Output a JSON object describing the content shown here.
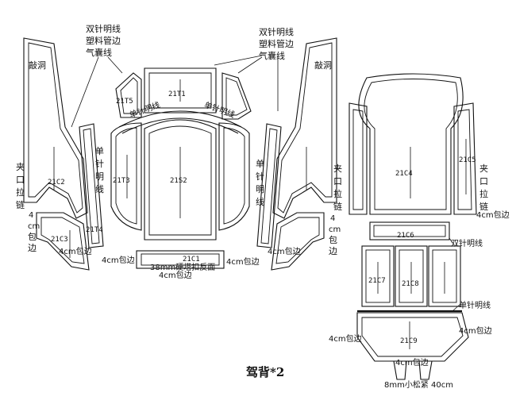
{
  "title": "驾背*2",
  "labels": {
    "notch": "敲洞",
    "double_needle_left": [
      "双针明线",
      "塑料管边",
      "气囊线"
    ],
    "double_needle_right": [
      "双针明线",
      "塑料管边",
      "气囊线"
    ],
    "single_needle": [
      "单",
      "针",
      "明",
      "线"
    ],
    "single_needle_h": "单针明线",
    "clip_zipper": [
      "夹",
      "口",
      "拉",
      "链"
    ],
    "wrap_4cm": "4cm包边",
    "wrap_4cm_v": [
      "4",
      "cm",
      "包",
      "边"
    ],
    "double_line_right": "双针明线",
    "single_line_right": "单针明线",
    "hard_plate": "38mm硬塔扣反面",
    "elastic": "8mm小松紧 40cm"
  },
  "pieces": {
    "t1": "21T1",
    "t5": "21T5",
    "t3": "21T3",
    "t4": "21T4",
    "s2": "21S2",
    "c1": "21C1",
    "c2": "21C2",
    "c3": "21C3",
    "c4": "21C4",
    "c5": "21C5",
    "c6": "21C6",
    "c7": "21C7",
    "c8": "21C8",
    "c9": "21C9"
  }
}
